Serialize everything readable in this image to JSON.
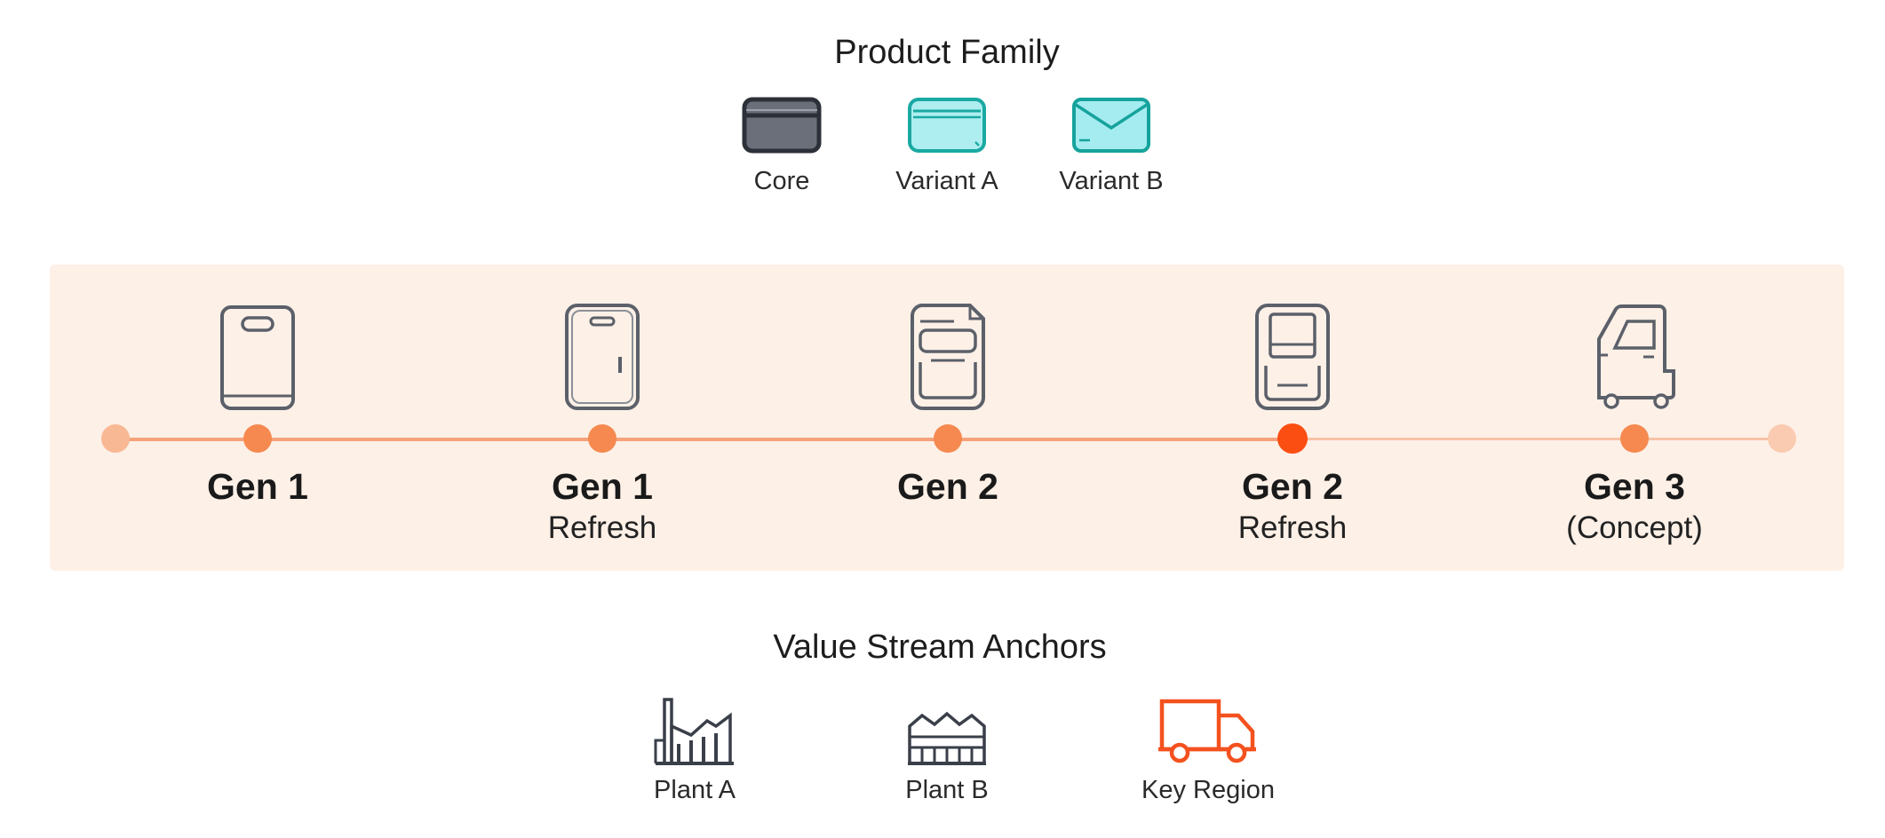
{
  "product_family": {
    "title": "Product Family",
    "items": [
      {
        "label": "Core",
        "icon": "core-cartridge-icon",
        "fill": "#6b6f79",
        "stroke": "#2c3038"
      },
      {
        "label": "Variant A",
        "icon": "variant-a-cartridge-icon",
        "fill": "#aeeef0",
        "stroke": "#1aa9a2"
      },
      {
        "label": "Variant B",
        "icon": "variant-b-envelope-icon",
        "fill": "#a4ecf0",
        "stroke": "#16a39c"
      }
    ]
  },
  "timeline": {
    "band_color": "#fdf0e7",
    "track_color": "#f6a27a",
    "dot_color": "#f6894f",
    "highlight_color": "#fb4e12",
    "end_dot_color": "#f9b894",
    "generations": [
      {
        "title": "Gen 1",
        "subtitle": "",
        "icon": "gen-1-device-icon"
      },
      {
        "title": "Gen 1",
        "subtitle": "Refresh",
        "icon": "gen-1-refresh-device-icon"
      },
      {
        "title": "Gen 2",
        "subtitle": "",
        "icon": "gen-2-device-icon"
      },
      {
        "title": "Gen 2",
        "subtitle": "Refresh",
        "icon": "gen-2-refresh-device-icon",
        "highlight": true
      },
      {
        "title": "Gen 3",
        "subtitle": "(Concept)",
        "icon": "gen-3-concept-vehicle-icon"
      }
    ]
  },
  "value_stream": {
    "title": "Value Stream Anchors",
    "items": [
      {
        "label": "Plant A",
        "icon": "plant-a-factory-icon",
        "color": "#3a3f49"
      },
      {
        "label": "Plant B",
        "icon": "plant-b-factory-icon",
        "color": "#3a3f49"
      },
      {
        "label": "Key Region",
        "icon": "key-region-truck-icon",
        "color": "#f4511e"
      }
    ]
  }
}
